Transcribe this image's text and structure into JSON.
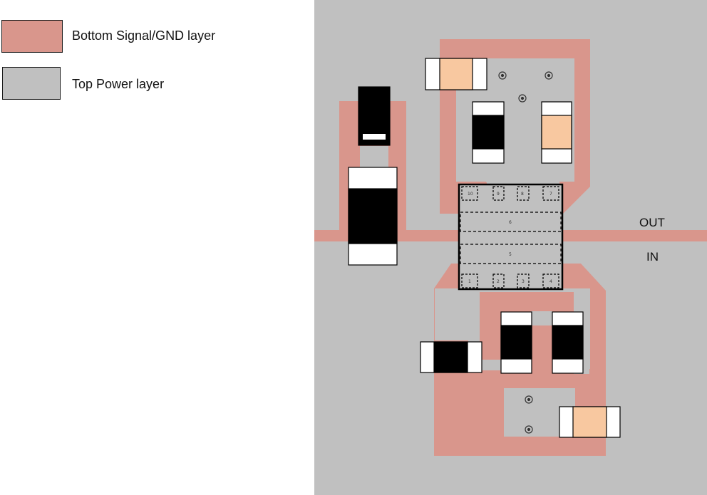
{
  "legend": {
    "items": [
      {
        "label": "Bottom Signal/GND layer",
        "color": "#d9968c"
      },
      {
        "label": "Top Power layer",
        "color": "#c0c0c0"
      }
    ]
  },
  "nets": {
    "out": "OUT",
    "in": "IN"
  },
  "ic": {
    "top_pins": [
      "10",
      "9",
      "8",
      "7"
    ],
    "bottom_pins": [
      "1",
      "2",
      "3",
      "4"
    ],
    "middle_pads": [
      "6",
      "5"
    ]
  },
  "colors": {
    "signal_layer": "#d9968c",
    "power_layer": "#c0c0c0",
    "component_body": "#000000",
    "capacitor_body": "#f8c8a0",
    "terminal": "#ffffff"
  }
}
